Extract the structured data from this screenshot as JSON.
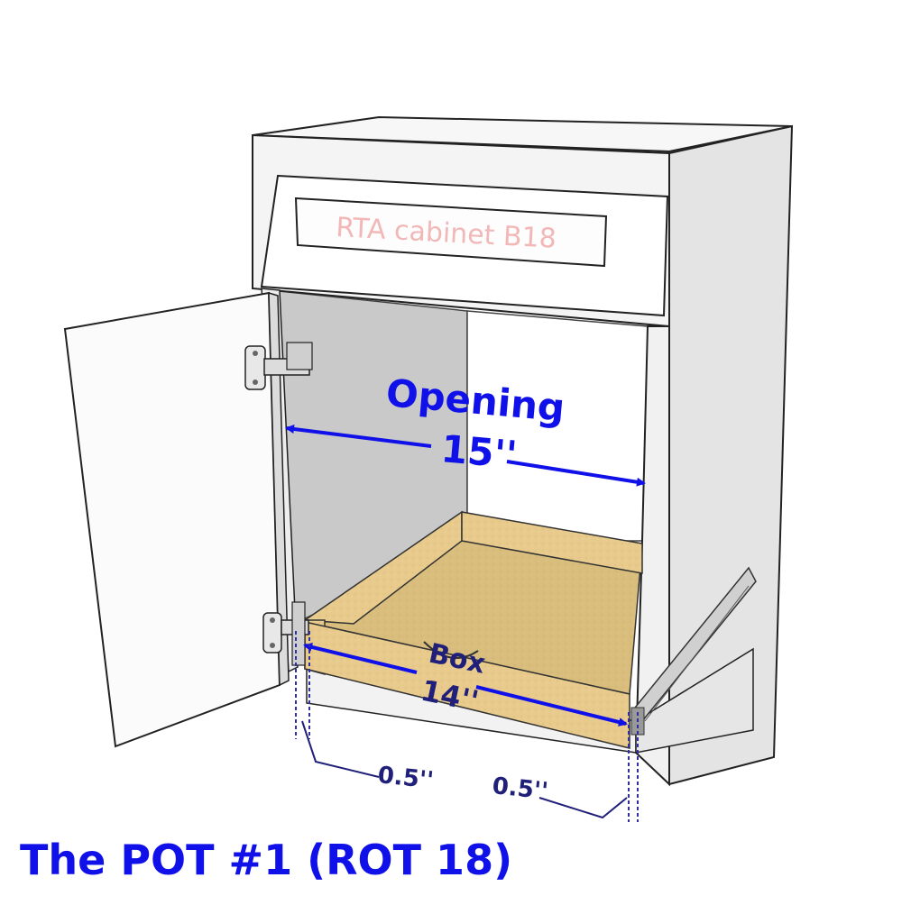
{
  "watermark": "RTA cabinet B18",
  "opening": {
    "label": "Opening",
    "value": "15''"
  },
  "box": {
    "label": "Box",
    "value": "14''"
  },
  "gaps": {
    "left": "0.5''",
    "right": "0.5''"
  },
  "caption": "The POT #1 (ROT 18)",
  "colors": {
    "accent": "#1010e8",
    "dimension": "#20207a",
    "panel": "#f3f3f3",
    "interior": "#c8c8c8",
    "wood": "#e6c98a",
    "watermark": "#f2b8b8"
  }
}
